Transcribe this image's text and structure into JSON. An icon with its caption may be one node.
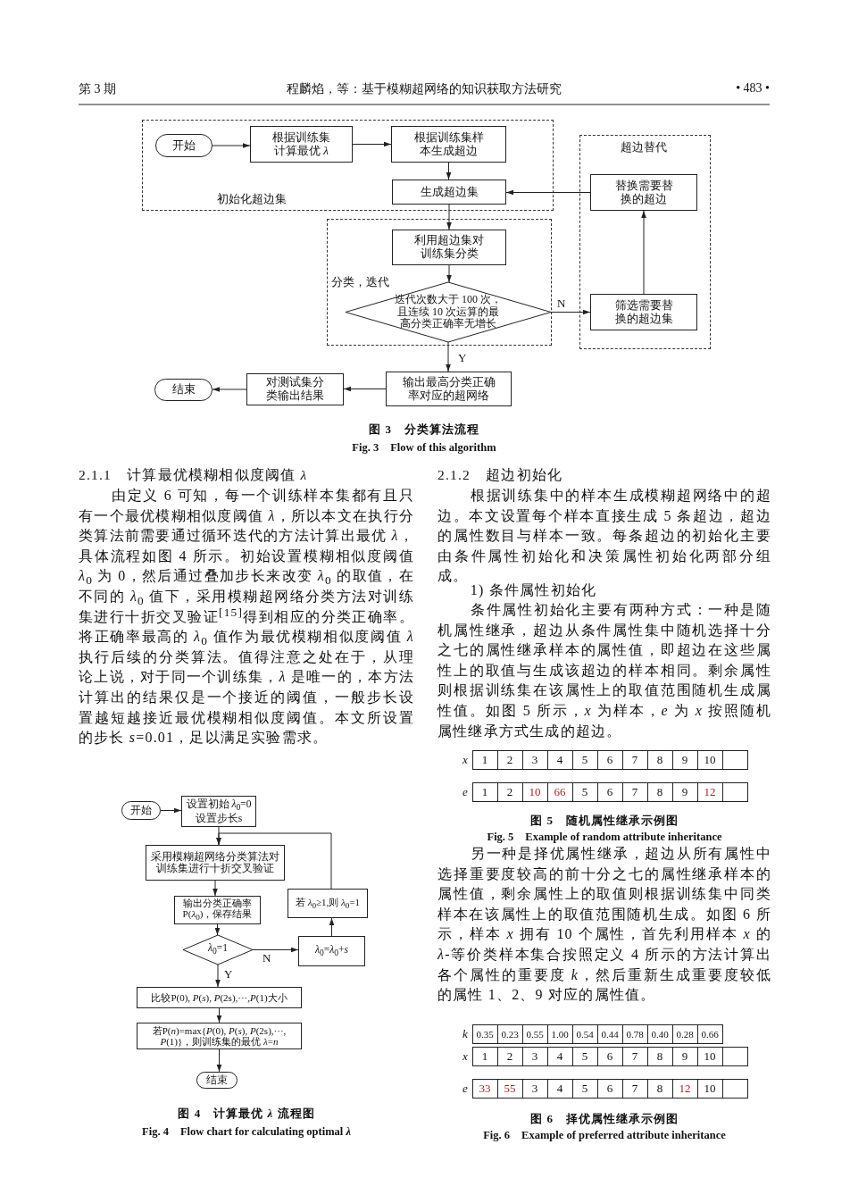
{
  "diagram": {
    "nodes": [
      {
        "text": [
          "初始化超边集"
        ]
      },
      {
        "text": [
          "开始"
        ],
        "in": 0
      },
      {
        "text": [
          "根据训练集计算最优 *λ*"
        ],
        "in": 0
      },
      {
        "text": [
          "根据训练集样本生成超边"
        ],
        "in": 0
      },
      {
        "text": [
          "生成超边集"
        ],
        "in": 0
      },
      {
        "text": [
          "分类，迭代"
        ]
      },
      {
        "text": [
          "利用超边集对训练集分类"
        ],
        "in": 5
      },
      {
        "text": [
          "迭代次数大于 100 次，且连续 10 次运算的最高分类正确率无增长"
        ],
        "in": 5
      },
      {
        "text": [
          "超边替代"
        ]
      },
      {
        "text": [
          "替换需要替换的超边"
        ],
        "in": 8
      },
      {
        "text": [
          "筛选需要替换的超边集"
        ],
        "in": 8
      },
      {
        "text": [
          "输出最高分类正确率对应的超网络"
        ]
      },
      {
        "text": [
          "对测试集分类输出结果"
        ]
      },
      {
        "text": [
          "结束"
        ]
      },
      {
        "text": [
          "开始"
        ]
      },
      {
        "text": [
          "设置初始 *λ*$_{0}$=0 设置步长s"
        ]
      },
      {
        "text": [
          "采用模糊超网络分类算法对训练集进行十折交叉验证"
        ]
      },
      {
        "text": [
          "输出分类正确率P(*λ*$_{0}$)，保存结果"
        ]
      },
      {
        "text": [
          "*λ*$_{0}$=1"
        ]
      },
      {
        "text": [
          "*λ*$_{0}$=*λ*$_{0}$+*s*"
        ]
      },
      {
        "text": [
          "若 *λ*$_{0}$≥1,则 *λ*$_{0}$=1"
        ]
      },
      {
        "text": [
          "比较P(0), *P*(*s*), *P*(2s),···,*P*(1)大小"
        ]
      },
      {
        "text": [
          "若P(*n*)=max{*P*(0), *P*(*s*), *P*(2s),···, *P*(1)}，则训练集的最优 *λ*=*n*"
        ]
      },
      {
        "text": [
          "结束"
        ]
      }
    ],
    "edges": [
      {
        "from": 1,
        "to": 2,
        "arrow": "to"
      },
      {
        "from": 2,
        "to": 3,
        "arrow": "to"
      },
      {
        "from": 3,
        "to": 4,
        "arrow": "to"
      },
      {
        "from": 4,
        "to": 6,
        "arrow": "to"
      },
      {
        "from": 6,
        "to": 7,
        "arrow": "to"
      },
      {
        "from": 7,
        "to": 10,
        "arrow": "to",
        "label": "N"
      },
      {
        "from": 10,
        "to": 9,
        "arrow": "to"
      },
      {
        "from": 9,
        "to": 4,
        "arrow": "to"
      },
      {
        "from": 7,
        "to": 11,
        "arrow": "to",
        "label": "Y"
      },
      {
        "from": 11,
        "to": 12,
        "arrow": "to"
      },
      {
        "from": 12,
        "to": 13,
        "arrow": "to"
      },
      {
        "from": 14,
        "to": 15,
        "arrow": "to"
      },
      {
        "from": 15,
        "to": 16,
        "arrow": "to"
      },
      {
        "from": 16,
        "to": 17,
        "arrow": "to"
      },
      {
        "from": 17,
        "to": 18,
        "arrow": "to"
      },
      {
        "from": 18,
        "to": 19,
        "arrow": "to",
        "label": "N"
      },
      {
        "from": 19,
        "to": 20,
        "arrow": "to"
      },
      {
        "from": 20,
        "to": 16,
        "arrow": "to"
      },
      {
        "from": 18,
        "to": 21,
        "arrow": "to",
        "label": "Y"
      },
      {
        "from": 21,
        "to": 22,
        "arrow": "to"
      },
      {
        "from": 22,
        "to": 23,
        "arrow": "to"
      }
    ],
    "labels": [
      "第 3 期",
      "程麟焰，等：基于模糊超网络的知识获取方法研究",
      "• 483 •",
      "图 3　分类算法流程",
      "Fig. 3　Flow of this algorithm",
      "2.1.1　计算最优模糊相似度阈值 *λ*",
      "由定义 6 可知，每一个训练样本集都有且只有一个最优模糊相似度阈值 *λ*，所以本文在执行分类算法前需要通过循环迭代的方法计算出最优 *λ*，具体流程如图 4 所示。初始设置模糊相似度阈值 *λ*$_{0}$ 为 0，然后通过叠加步长来改变 *λ*$_{0}$ 的取值，在不同的 *λ*$_{0}$ 值下，采用模糊超网络分类方法对训练集进行十折交叉验证$^{[15]}$得到相应的分类正确率。将正确率最高的 *λ*$_{0}$ 值作为最优模糊相似度阈值 *λ* 执行后续的分类算法。值得注意之处在于，从理论上说，对于同一个训练集，*λ* 是唯一的，本方法计算出的结果仅是一个接近的阈值，一般步长设置越短越接近最优模糊相似度阈值。本文所设置的步长 *s*=0.01，足以满足实验需求。",
      "图 4　计算最优 *λ* 流程图",
      "Fig. 4　Flow chart for calculating optimal *λ*",
      "2.1.2　超边初始化",
      "根据训练集中的样本生成模糊超网络中的超边。本文设置每个样本直接生成 5 条超边，超边的属性数目与样本一致。每条超边的初始化主要由条件属性初始化和决策属性初始化两部分组成。",
      "1) 条件属性初始化",
      "条件属性初始化主要有两种方式：一种是随机属性继承，超边从条件属性集中随机选择十分之七的属性继承样本的属性值，即超边在这些属性上的取值与生成该超边的样本相同。剩余属性则根据训练集在该属性上的取值范围随机生成属性值。如图 5 所示，*x* 为样本，*e* 为 *x* 按照随机属性继承方式生成的超边。",
      "x",
      "1",
      "2",
      "3",
      "4",
      "5",
      "6",
      "7",
      "8",
      "9",
      "10",
      "e",
      "1",
      "2",
      "10",
      "66",
      "5",
      "6",
      "7",
      "8",
      "9",
      "12",
      "图 5　随机属性继承示例图",
      "Fig. 5　Example of random attribute inheritance",
      "另一种是择优属性继承，超边从所有属性中选择重要度较高的前十分之七的属性继承样本的属性值，剩余属性上的取值则根据训练集中同类样本在该属性上的取值范围随机生成。如图 6 所示，样本 *x* 拥有 10 个属性，首先利用样本 *x* 的 *λ*-等价类样本集合按照定义 4 所示的方法计算出各个属性的重要度 *k*，然后重新生成重要度较低的属性 1、2、9 对应的属性值。",
      "k",
      "0.35",
      "0.23",
      "0.55",
      "1.00",
      "0.54",
      "0.44",
      "0.78",
      "0.40",
      "0.28",
      "0.66",
      "x",
      "1",
      "2",
      "3",
      "4",
      "5",
      "6",
      "7",
      "8",
      "9",
      "10",
      "e",
      "33",
      "55",
      "3",
      "4",
      "5",
      "6",
      "7",
      "8",
      "12",
      "10",
      "图 6　择优属性继承示例图",
      "Fig. 6　Example of preferred attribute inheritance"
    ]
  }
}
